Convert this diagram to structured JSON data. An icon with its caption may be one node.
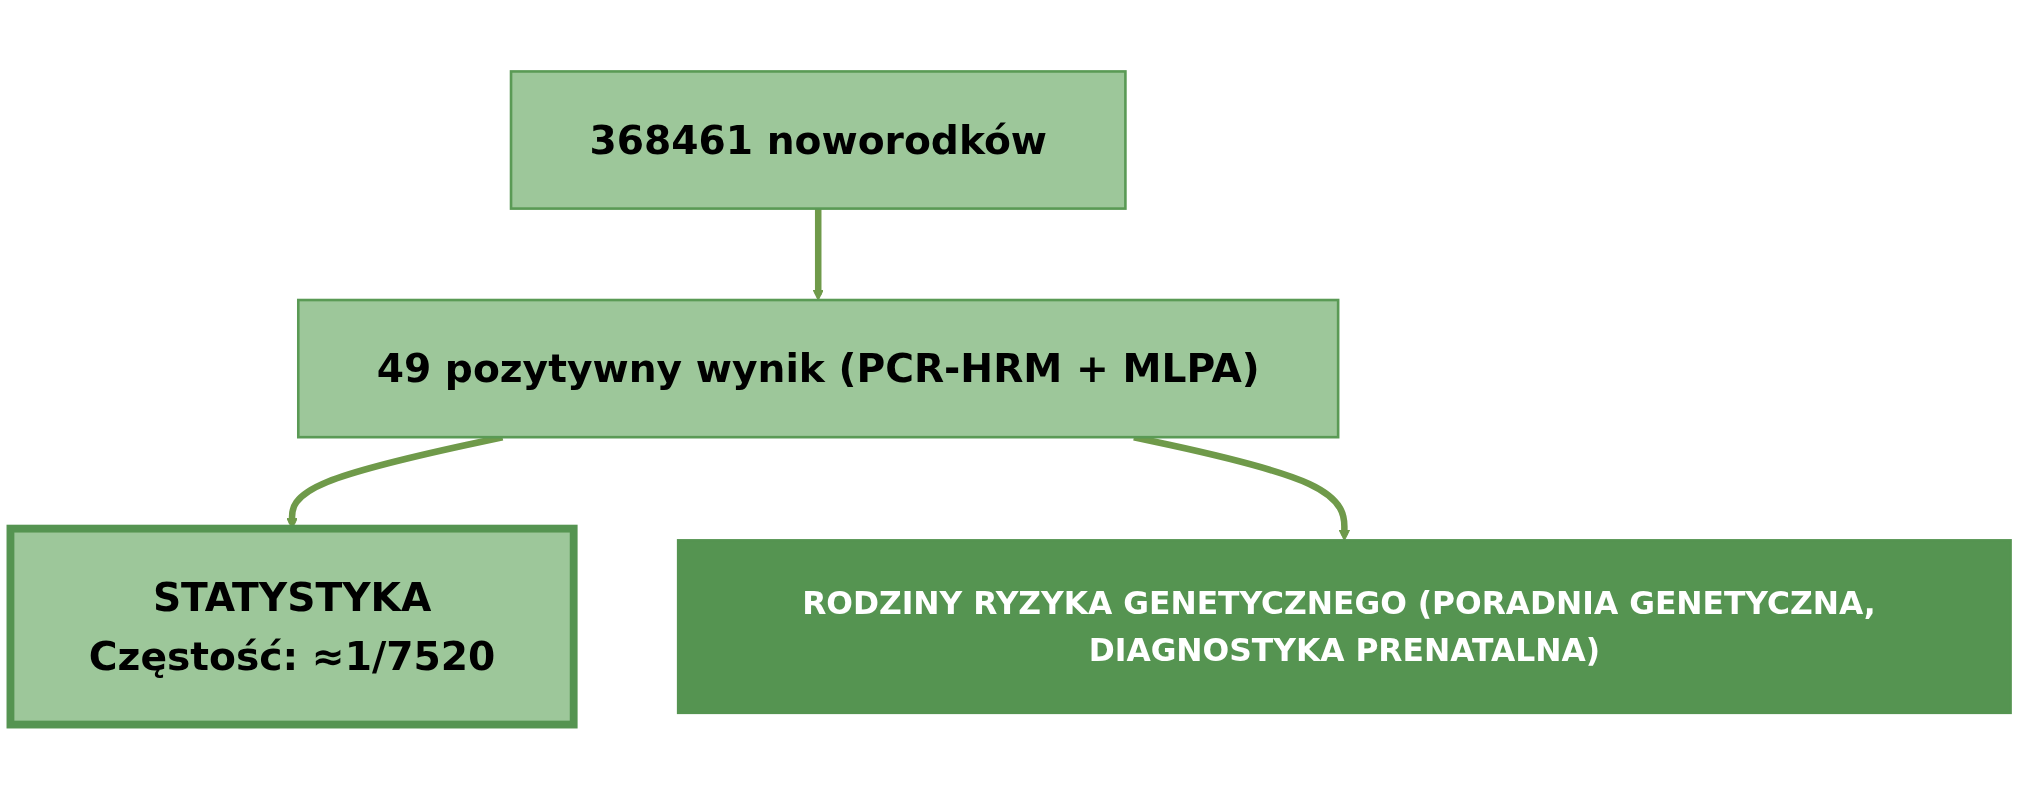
{
  "diagram": {
    "nodes": [
      {
        "text": [
          "368461 noworodków"
        ]
      },
      {
        "text": [
          "49 pozytywny wynik (PCR-HRM + MLPA)"
        ]
      },
      {
        "text": [
          "STATYSTYKA",
          "Częstość: ≈1/7520"
        ]
      },
      {
        "text": [
          "RODZINY RYZYKA GENETYCZNEGO (PORADNIA GENETYCZNA, DIAGNOSTYKA PRENATALNA)"
        ]
      }
    ],
    "edges": [
      {
        "from": 0,
        "to": 1,
        "arrow": "to"
      },
      {
        "from": 1,
        "to": 2,
        "arrow": "to"
      },
      {
        "from": 1,
        "to": 3,
        "arrow": "to"
      }
    ]
  }
}
